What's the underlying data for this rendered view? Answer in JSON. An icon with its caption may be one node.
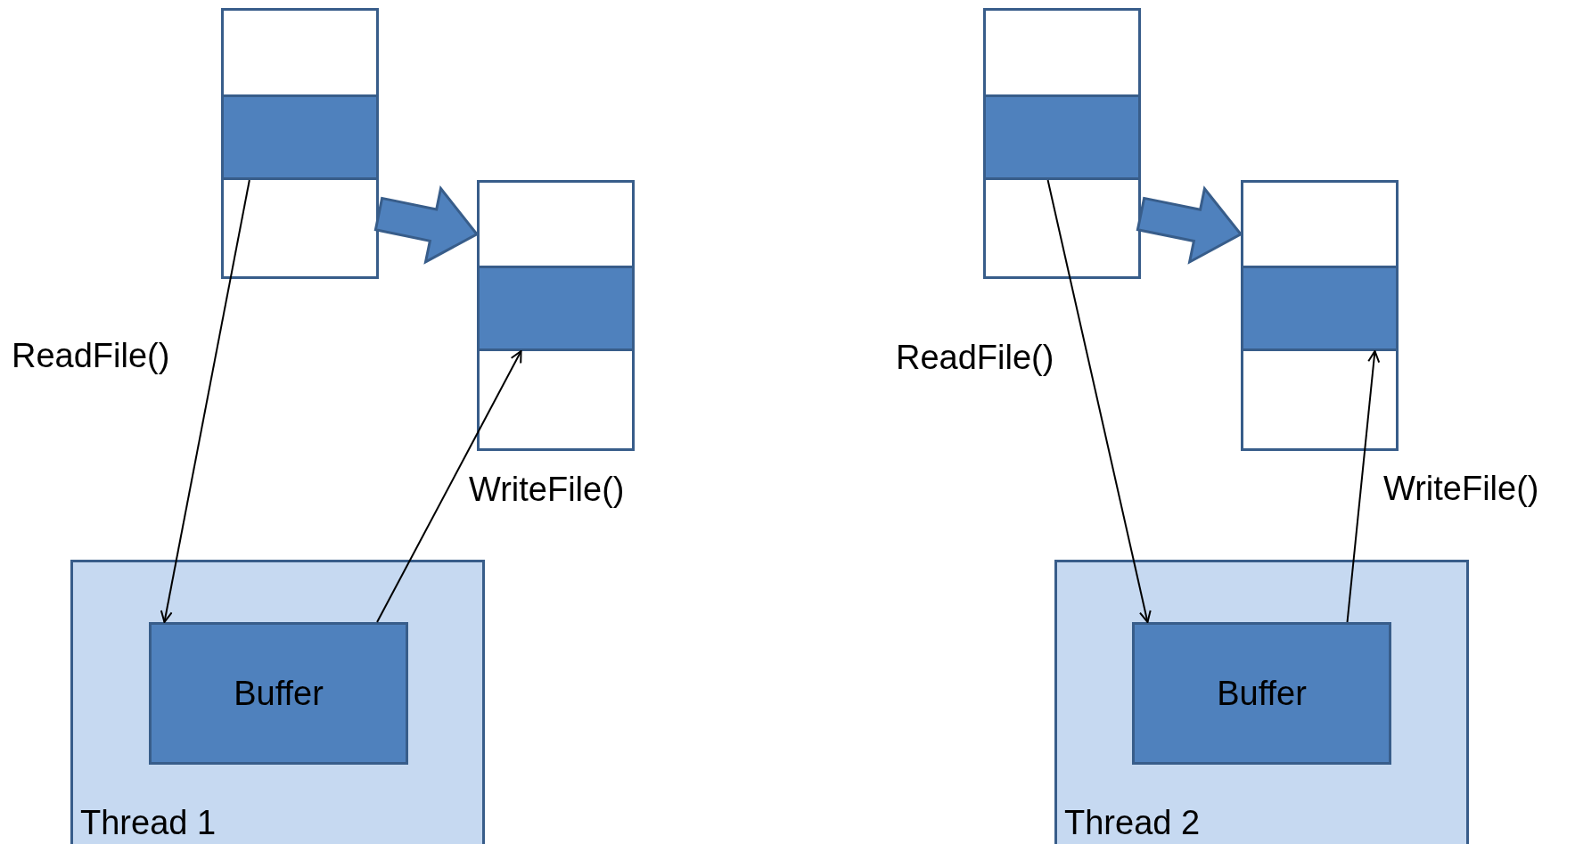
{
  "diagram": {
    "nodes": [
      {
        "text": [],
        "shape": "box"
      },
      {
        "text": [],
        "shape": "bar",
        "in": 0
      },
      {
        "text": [],
        "shape": "box"
      },
      {
        "text": [],
        "shape": "bar",
        "in": 2
      },
      {
        "text": [
          "Thread 1"
        ]
      },
      {
        "text": [
          "Buffer"
        ],
        "in": 4
      },
      {
        "text": [],
        "shape": "box"
      },
      {
        "text": [],
        "shape": "bar",
        "in": 6
      },
      {
        "text": [],
        "shape": "box"
      },
      {
        "text": [],
        "shape": "bar",
        "in": 8
      },
      {
        "text": [
          "Thread 2"
        ]
      },
      {
        "text": [
          "Buffer"
        ],
        "in": 10
      }
    ],
    "edges": [
      {
        "from": 0,
        "to": 2,
        "arrow": "to",
        "style": "thick",
        "color": "#4f81bd"
      },
      {
        "from": 1,
        "to": 5,
        "arrow": "to",
        "label": "ReadFile()"
      },
      {
        "from": 5,
        "to": 3,
        "arrow": "to",
        "label": "WriteFile()"
      },
      {
        "from": 6,
        "to": 8,
        "arrow": "to",
        "style": "thick",
        "color": "#4f81bd"
      },
      {
        "from": 7,
        "to": 11,
        "arrow": "to",
        "label": "ReadFile()"
      },
      {
        "from": 11,
        "to": 9,
        "arrow": "to",
        "label": "WriteFile()"
      }
    ]
  }
}
